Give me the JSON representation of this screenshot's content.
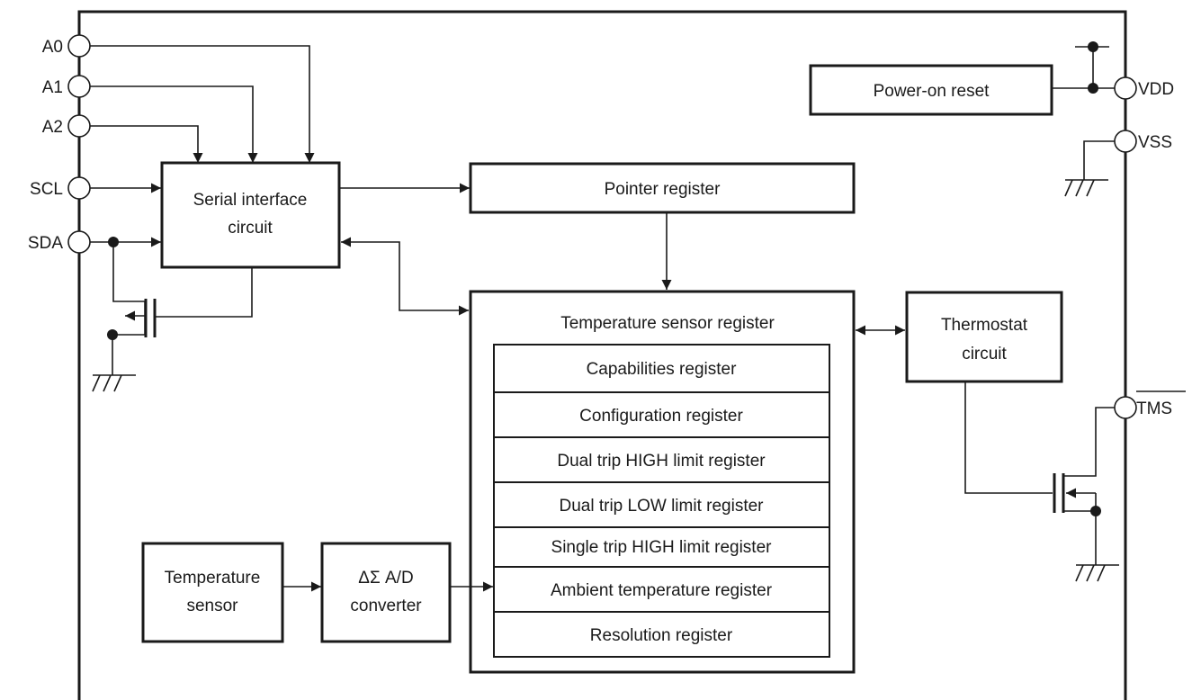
{
  "pins": {
    "a0": "A0",
    "a1": "A1",
    "a2": "A2",
    "scl": "SCL",
    "sda": "SDA",
    "vdd": "VDD",
    "vss": "VSS",
    "tms": "TMS"
  },
  "blocks": {
    "power_on_reset": "Power-on reset",
    "serial_interface": [
      "Serial interface",
      "circuit"
    ],
    "pointer_register": "Pointer register",
    "temp_sensor_register": "Temperature sensor register",
    "thermostat": [
      "Thermostat",
      "circuit"
    ],
    "temperature_sensor": [
      "Temperature",
      "sensor"
    ],
    "ad_converter": [
      "ΔΣ A/D",
      "converter"
    ]
  },
  "registers": [
    "Capabilities register",
    "Configuration register",
    "Dual trip HIGH limit register",
    "Dual trip LOW limit register",
    "Single trip HIGH limit register",
    "Ambient temperature register",
    "Resolution register"
  ],
  "colors": {
    "line": "#1a1a1a",
    "background": "#ffffff"
  }
}
